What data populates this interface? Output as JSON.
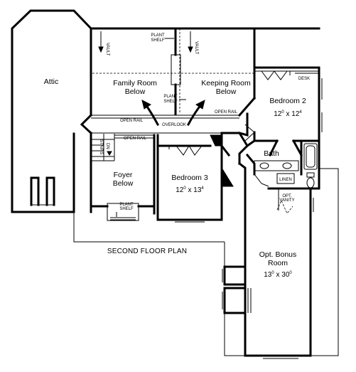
{
  "rooms": {
    "attic": "Attic",
    "family_room": [
      "Family Room",
      "Below"
    ],
    "keeping_room": [
      "Keeping Room",
      "Below"
    ],
    "bedroom2": {
      "name": "Bedroom 2",
      "dim_w": "12",
      "dim_h": "12",
      "sup_w": "0",
      "sup_h": "4"
    },
    "bedroom3": {
      "name": "Bedroom 3",
      "dim_w": "12",
      "dim_h": "13",
      "sup_w": "0",
      "sup_h": "4"
    },
    "bath": "Bath",
    "foyer": [
      "Foyer",
      "Below"
    ],
    "bonus": {
      "name": [
        "Opt. Bonus",
        "Room"
      ],
      "dim_w": "13",
      "dim_h": "30",
      "sup_w": "0",
      "sup_h": "0"
    }
  },
  "labels": {
    "vault": "VAULT",
    "plant_shelf": [
      "PLANT",
      "SHELF"
    ],
    "open_rail": "OPEN RAIL",
    "overlook": "OVERLOOK",
    "desk": "DESK",
    "linen": "LINEN",
    "opt_vanity": [
      "OPT.",
      "VANITY"
    ],
    "stairs": "STAIRS",
    "dn": "DN",
    "times": "x"
  },
  "title": "SECOND FLOOR PLAN"
}
